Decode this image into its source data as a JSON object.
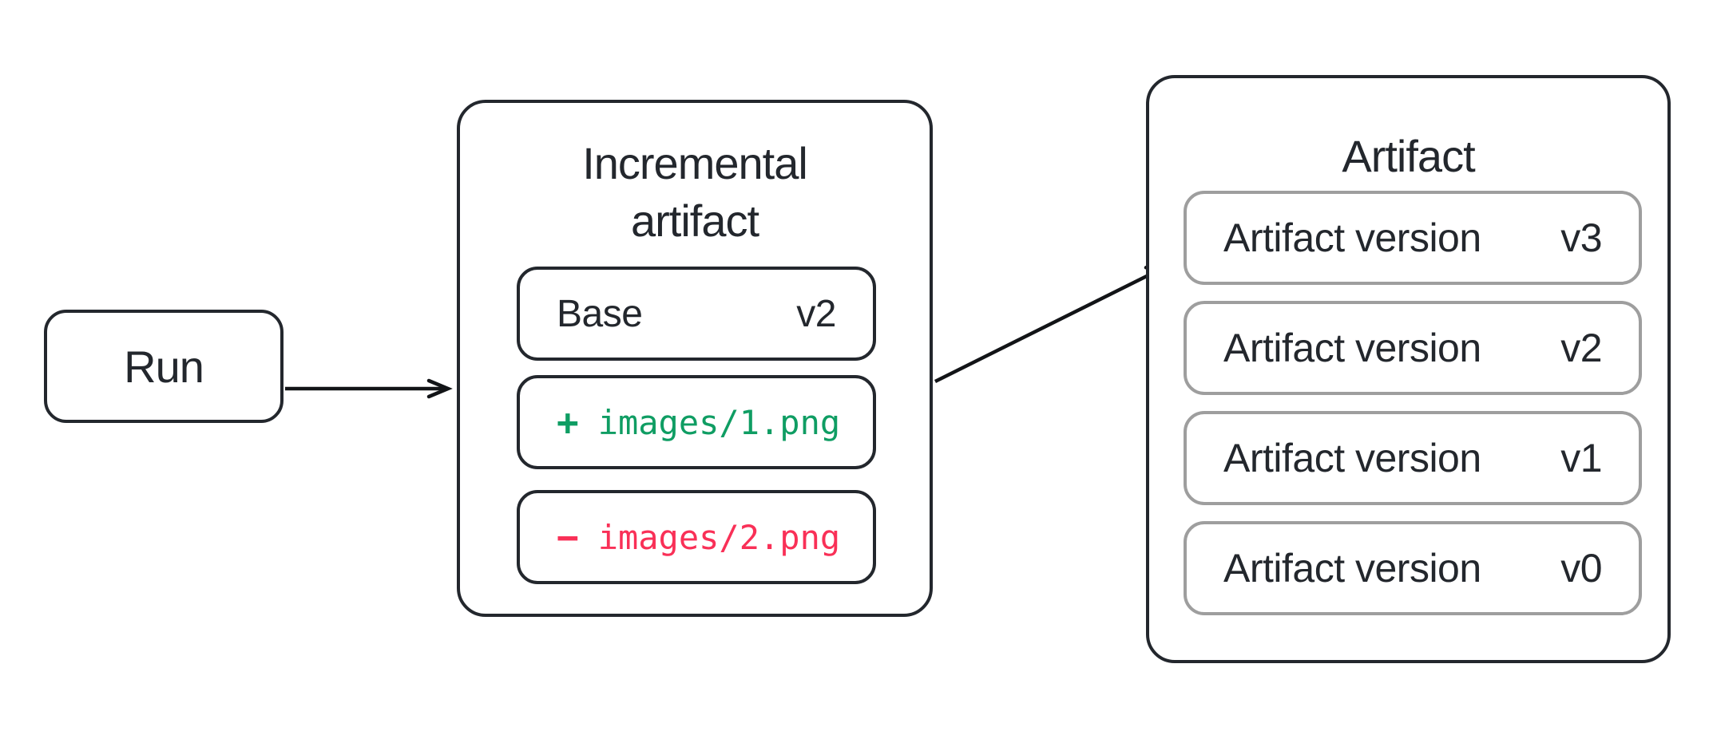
{
  "run": {
    "label": "Run"
  },
  "incremental_artifact": {
    "title_line1": "Incremental",
    "title_line2": "artifact",
    "base_row": {
      "label": "Base",
      "version": "v2"
    },
    "added_row": {
      "sign": "+",
      "path": "images/1.png"
    },
    "removed_row": {
      "sign": "−",
      "path": "images/2.png"
    }
  },
  "artifact": {
    "title": "Artifact",
    "pending_version": {
      "label": "Artifact version",
      "version": "v3"
    },
    "versions": [
      {
        "label": "Artifact version",
        "version": "v2"
      },
      {
        "label": "Artifact version",
        "version": "v1"
      },
      {
        "label": "Artifact version",
        "version": "v0"
      }
    ]
  },
  "colors": {
    "node_stroke": "#23272d",
    "version_box_stroke": "#9e9e9e",
    "pending_box_stroke": "#a9acb0",
    "pending_text": "#9da1a6",
    "added_green": "#0f9d63",
    "removed_red": "#f93057",
    "arrow": "#121417"
  }
}
